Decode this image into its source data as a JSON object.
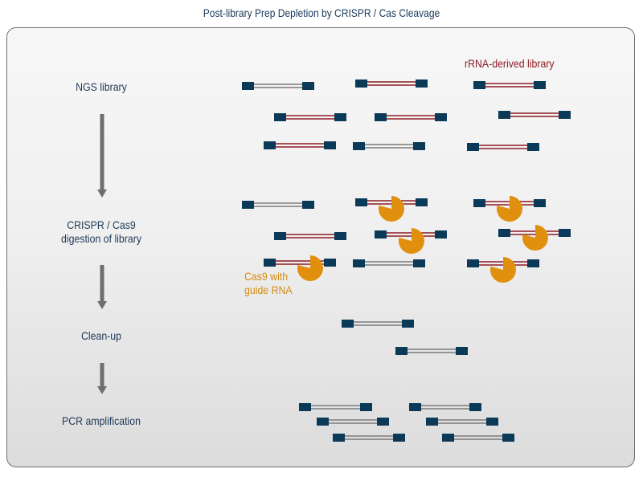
{
  "title": "Post-library Prep Depletion by CRISPR / Cas Cleavage",
  "steps": [
    {
      "label": "NGS library"
    },
    {
      "label": "CRISPR / Cas9\ndigestion of library"
    },
    {
      "label": "Clean-up"
    },
    {
      "label": "PCR amplification"
    }
  ],
  "annotations": {
    "rrna_library": "rRNA-derived library",
    "cas9": "Cas9 with\nguide RNA"
  },
  "icons": [
    "down-arrow-icon",
    "dna-fragment-icon",
    "cas9-enzyme-icon"
  ],
  "colors": {
    "adapter": "#0b3a58",
    "rrna_strand": "#8c1c24",
    "other_strand": "#7a7a7a",
    "cas9": "#e0900e",
    "arrow": "#6e6e6e",
    "label_text": "#1d3a58",
    "rrna_label": "#8c1c24",
    "cas9_label": "#d58a10"
  }
}
